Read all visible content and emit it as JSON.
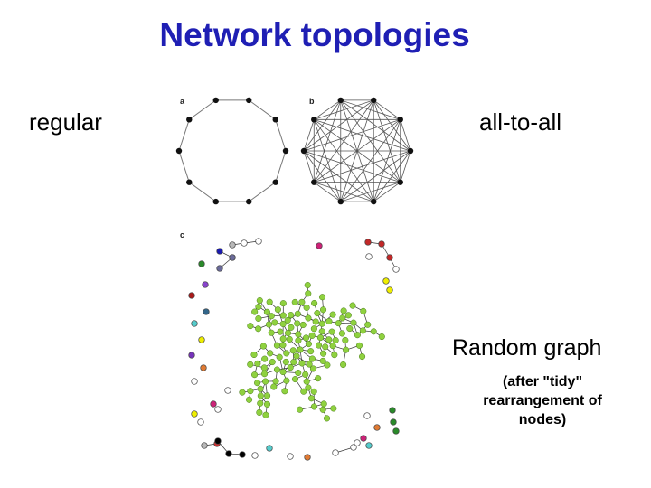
{
  "title": "Network topologies",
  "labels": {
    "regular": "regular",
    "all_to_all": "all-to-all",
    "random_graph": "Random graph"
  },
  "note": [
    "(after \"tidy\"",
    "rearrangement of",
    "nodes)"
  ],
  "panels": {
    "a": "a",
    "b": "b",
    "c": "c"
  },
  "colors": {
    "title": "#1f1fb4",
    "node": "#111111",
    "edge_regular": "#777777",
    "edge_all": "#555555",
    "giant_component": "#8fd13f"
  },
  "networks": {
    "regular": {
      "node_count": 10,
      "topology": "ring"
    },
    "all_to_all": {
      "node_count": 10,
      "topology": "complete"
    },
    "random": {
      "giant_component_color": "green",
      "small_components": "multicolored pairs and isolated nodes"
    }
  }
}
